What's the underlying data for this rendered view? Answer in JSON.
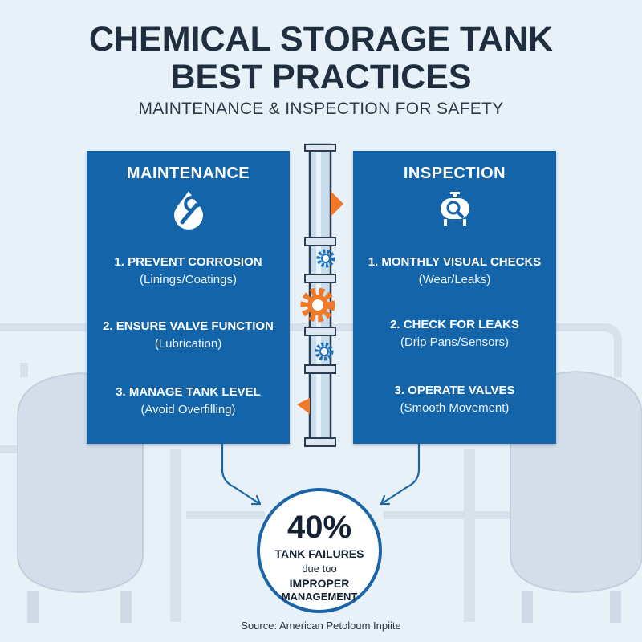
{
  "title_line1": "CHEMICAL STORAGE TANK",
  "title_line2": "BEST PRACTICES",
  "subtitle": "MAINTENANCE & INSPECTION FOR SAFETY",
  "maintenance": {
    "title": "MAINTENANCE",
    "icon": "wrench-drop-icon",
    "items": [
      {
        "main": "1.  PREVENT CORROSION",
        "sub": "(Linings/Coatings)"
      },
      {
        "main": "2.  ENSURE VALVE FUNCTION",
        "sub": "(Lubrication)"
      },
      {
        "main": "3.  MANAGE TANK LEVEL",
        "sub": "(Avoid Overfilling)"
      }
    ]
  },
  "inspection": {
    "title": "INSPECTION",
    "icon": "tank-magnifier-icon",
    "items": [
      {
        "main": "1.  MONTHLY VISUAL CHECKS",
        "sub": "(Wear/Leaks)"
      },
      {
        "main": "2.  CHECK FOR LEAKS",
        "sub": "(Drip Pans/Sensors)"
      },
      {
        "main": "3.  OPERATE VALVES",
        "sub": "(Smooth Movement)"
      }
    ]
  },
  "stat": {
    "value": "40%",
    "line1": "TANK FAILURES",
    "line2": "due tuo",
    "line3": "IMPROPER",
    "line4": "MANAGEMENT"
  },
  "source": "Source: American Petoloum Inpiite",
  "colors": {
    "panel_blue": "#1464a9",
    "accent_orange": "#f07a2a",
    "title_dark": "#1f2f40",
    "background": "#e9f1f8"
  }
}
